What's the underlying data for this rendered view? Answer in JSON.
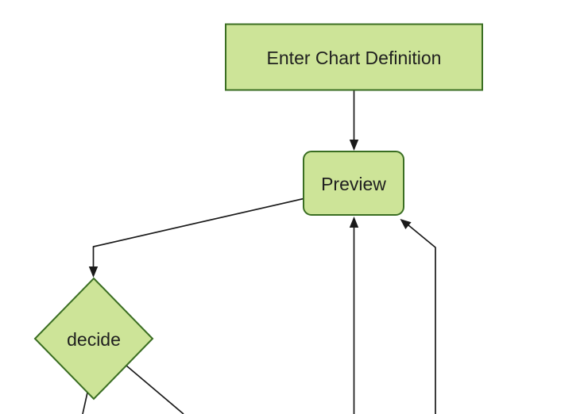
{
  "diagram": {
    "type": "flowchart",
    "direction": "top-down",
    "nodes": [
      {
        "id": "enter-chart-definition",
        "label": "Enter Chart Definition",
        "shape": "rectangle"
      },
      {
        "id": "preview",
        "label": "Preview",
        "shape": "rounded-rectangle"
      },
      {
        "id": "decide",
        "label": "decide",
        "shape": "diamond"
      }
    ],
    "edges": [
      {
        "from": "enter-chart-definition",
        "to": "preview",
        "arrow": "down"
      },
      {
        "from": "preview",
        "to": "decide",
        "arrow": "down"
      },
      {
        "from": "offscreen-bottom",
        "to": "preview",
        "arrow": "up"
      },
      {
        "from": "offscreen-bottom-right",
        "to": "preview",
        "arrow": "up-left"
      },
      {
        "from": "decide",
        "to": "offscreen-bottom-left",
        "arrow": "none-visible"
      },
      {
        "from": "decide",
        "to": "offscreen-bottom-right",
        "arrow": "none-visible"
      }
    ],
    "colors": {
      "node_fill": "#cde498",
      "node_border": "#3a6e22",
      "edge": "#1a1a1a",
      "text": "#1f1f1f",
      "background": "#ffffff"
    }
  }
}
